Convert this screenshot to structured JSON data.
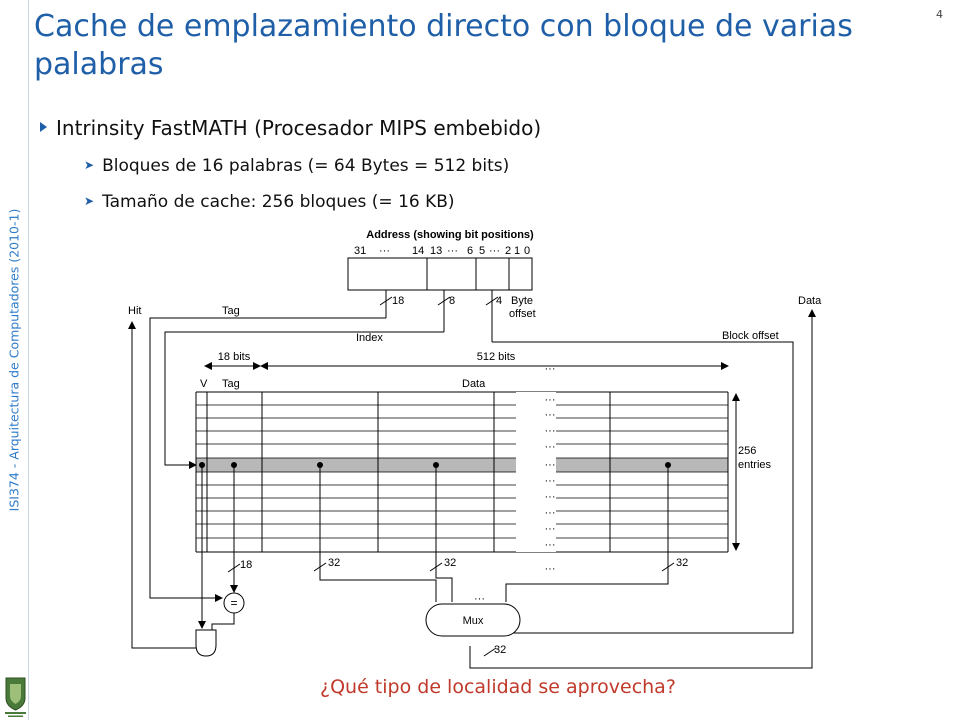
{
  "sidebar": {
    "course_label": "ISI374 - Arquitectura de Computadores (2010-1)"
  },
  "slide": {
    "number": "4",
    "title": "Cache de emplazamiento directo con bloque de varias palabras"
  },
  "bullets": {
    "level1": "Intrinsity FastMATH (Procesador MIPS embebido)",
    "level2": [
      "Bloques de 16 palabras (= 64 Bytes = 512 bits)",
      "Tamaño de cache: 256 bloques (= 16 KB)"
    ]
  },
  "diagram": {
    "address_title": "Address (showing bit positions)",
    "bit_positions": {
      "b31": "31",
      "dots1": "···",
      "b14": "14",
      "b13": "13",
      "dots2": "···",
      "b6": "6",
      "b5": "5",
      "dots3": "···",
      "b2": "2",
      "b1": "1",
      "b0": "0"
    },
    "field_widths": {
      "tag": "18",
      "index": "8",
      "block_offset": "4"
    },
    "labels": {
      "byte_offset_1": "Byte",
      "byte_offset_2": "offset",
      "hit": "Hit",
      "tag": "Tag",
      "index": "Index",
      "block_offset": "Block offset",
      "data": "Data",
      "tag_bits": "18 bits",
      "data_bits": "512 bits",
      "valid_col": "V",
      "tag_col": "Tag",
      "data_col": "Data",
      "entries_1": "256",
      "entries_2": "entries",
      "comparator": "=",
      "mux": "Mux",
      "ellipsis": "···",
      "w18": "18",
      "w32a": "32",
      "w32b": "32",
      "w32c": "32",
      "w32out": "32"
    },
    "highlight_color": "#b8b8b8"
  },
  "question": "¿Qué tipo de localidad se aprovecha?",
  "colors": {
    "title": "#1f5fa8",
    "question": "#c0392b",
    "sidebar_text": "#2f7cc9"
  }
}
